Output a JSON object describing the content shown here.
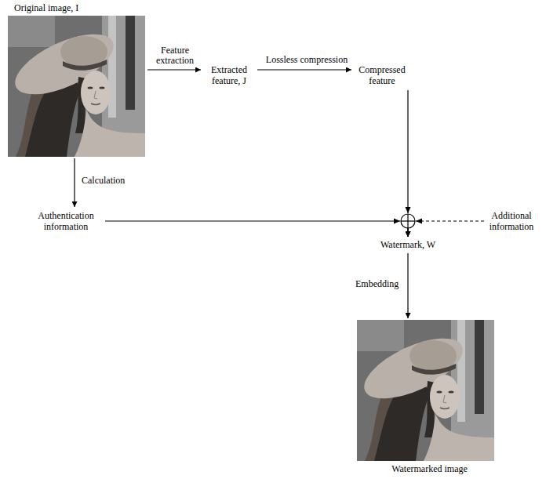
{
  "diagram": {
    "nodes": [
      {
        "text": [
          "Original image, I"
        ]
      },
      {
        "text": [
          "Extracted feature, J"
        ]
      },
      {
        "text": [
          "Compressed feature"
        ]
      },
      {
        "text": [
          "Authentication information"
        ]
      },
      {
        "text": [
          "Additional information"
        ]
      },
      {
        "text": [
          "Watermark, W"
        ]
      },
      {
        "text": [
          "Watermarked image"
        ]
      }
    ],
    "edges": [
      {
        "from": 0,
        "to": 1,
        "arrow": "to",
        "label": "Feature extraction"
      },
      {
        "from": 1,
        "to": 2,
        "arrow": "to",
        "label": "Lossless compression"
      },
      {
        "from": 0,
        "to": 3,
        "arrow": "to",
        "label": "Calculation"
      },
      {
        "from": 2,
        "to": 5,
        "arrow": "to"
      },
      {
        "from": 3,
        "to": 5,
        "arrow": "to"
      },
      {
        "from": 4,
        "to": 5,
        "arrow": "to"
      },
      {
        "from": 5,
        "to": 6,
        "arrow": "to",
        "label": "Embedding"
      }
    ]
  }
}
